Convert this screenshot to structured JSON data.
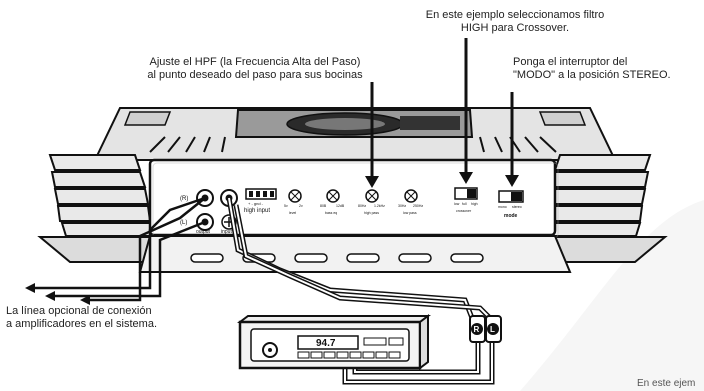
{
  "annotations": {
    "hpf": "Ajuste el HPF (la Frecuencia Alta del Paso)\nal punto deseado del paso para sus bocinas",
    "crossover": "En este ejemplo seleccionamos filtro\nHIGH para Crossover.",
    "mode": "Ponga el interruptor del\n\"MODO\" a la posición STEREO.",
    "optional_line": "La línea opcional de conexión\na amplificadores en el sistema.",
    "cut_text": "En este ejem"
  },
  "panel": {
    "ch_r": "(R)",
    "ch_l": "(L)",
    "output": "output",
    "input": "input",
    "high_input": "high input",
    "gain_switch": "+ - gnd -",
    "knobs": [
      {
        "min": "5v",
        "max": "2v",
        "label": "level"
      },
      {
        "min": "80B",
        "max": "12dB",
        "label": "bass eq"
      },
      {
        "min": "80Hz",
        "max": "1.2kHz",
        "label": "high pass"
      },
      {
        "min": "30Hz",
        "max": "250Hz",
        "label": "low pass"
      }
    ],
    "crossover_switch": {
      "left": "low",
      "mid": "full",
      "right": "high",
      "label": "crossover"
    },
    "mode_switch": {
      "left": "mono",
      "right": "stereo",
      "label": "mode"
    }
  },
  "head_unit": {
    "display": "94.7"
  },
  "rca": {
    "r": "R",
    "l": "L"
  }
}
